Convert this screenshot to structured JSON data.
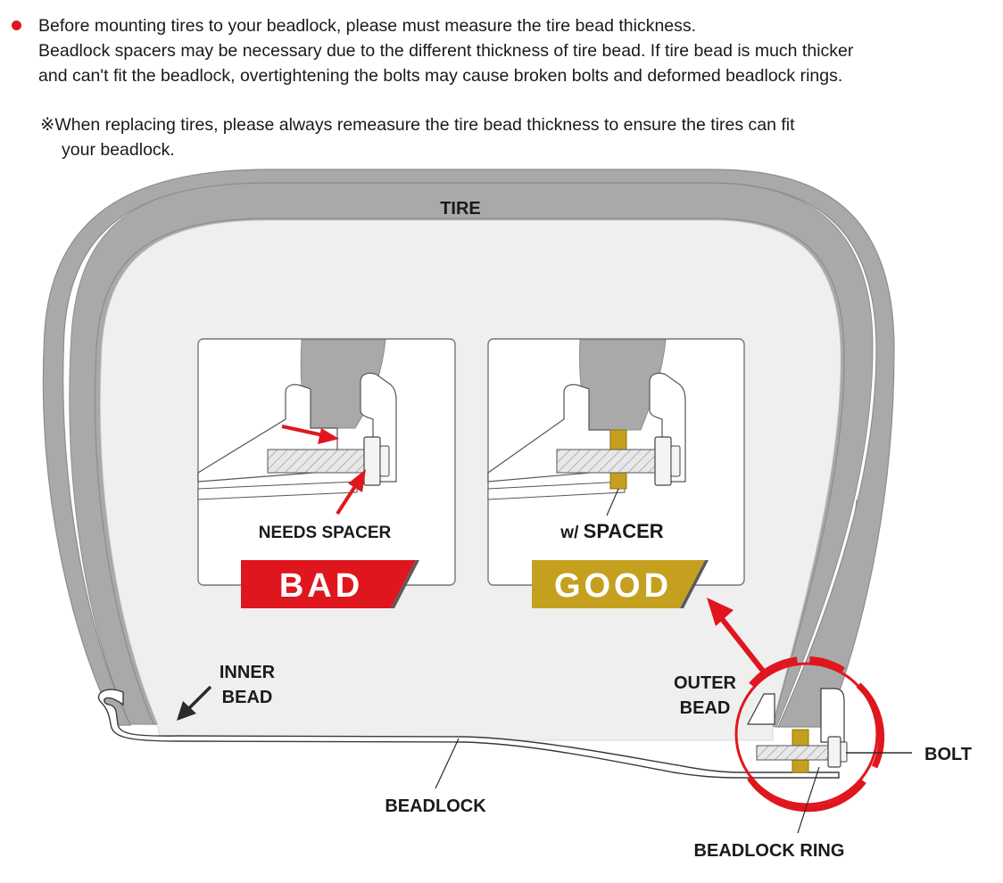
{
  "notes": {
    "line1": "Before mounting tires to your beadlock, please must measure the tire bead thickness.",
    "line2": "Beadlock spacers may be necessary due to the different thickness of tire bead. If tire bead is much thicker",
    "line3": "and can't fit the beadlock, overtightening the bolts may cause broken bolts and deformed beadlock rings.",
    "note1": "※When replacing tires, please always remeasure the tire bead thickness to ensure the tires can fit",
    "note2": "your beadlock."
  },
  "labels": {
    "tire": "TIRE",
    "inner_bead_1": "INNER",
    "inner_bead_2": "BEAD",
    "outer_bead_1": "OUTER",
    "outer_bead_2": "BEAD",
    "bolt": "BOLT",
    "beadlock": "BEADLOCK",
    "beadlock_ring": "BEADLOCK RING"
  },
  "bad_panel": {
    "caption": "NEEDS SPACER",
    "badge": "BAD",
    "color": "#e0161e"
  },
  "good_panel": {
    "caption_prefix": "w/ ",
    "caption_main": "SPACER",
    "badge": "GOOD",
    "color": "#c4a01e"
  },
  "colors": {
    "tire": "#a8a8a8",
    "tire_interior": "#efefef",
    "accent_red": "#e0161e",
    "spacer_gold": "#c4a01e"
  }
}
